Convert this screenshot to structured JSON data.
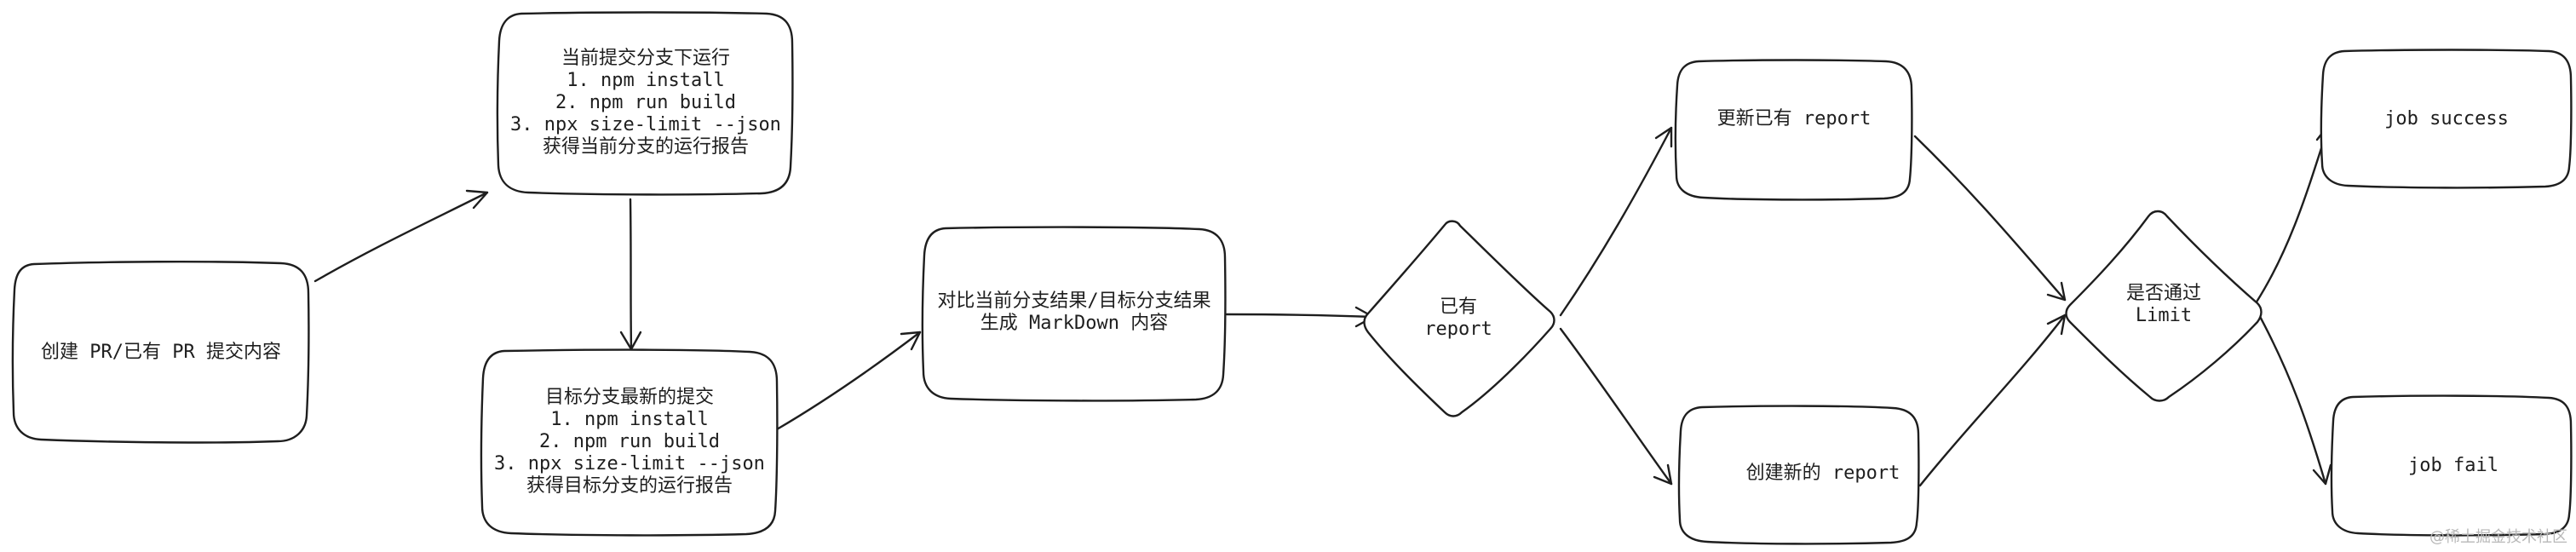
{
  "nodes": {
    "start": {
      "lines": [
        "创建 PR/已有 PR 提交内容"
      ]
    },
    "current_branch": {
      "lines": [
        "当前提交分支下运行",
        "1. npm install",
        "2. npm run build",
        "3. npx size-limit --json",
        "获得当前分支的运行报告"
      ]
    },
    "target_branch": {
      "lines": [
        "目标分支最新的提交",
        "1. npm install",
        "2. npm run build",
        "3. npx size-limit --json",
        "获得目标分支的运行报告"
      ]
    },
    "compare": {
      "lines": [
        "对比当前分支结果/目标分支结果",
        "生成 MarkDown 内容"
      ]
    },
    "has_report": {
      "lines": [
        "已有",
        "report"
      ]
    },
    "update_report": {
      "lines": [
        "更新已有 report"
      ]
    },
    "create_report": {
      "lines": [
        "创建新的 report"
      ]
    },
    "limit_check": {
      "lines": [
        "是否通过",
        "Limit"
      ]
    },
    "job_success": {
      "lines": [
        "job success"
      ]
    },
    "job_fail": {
      "lines": [
        "job fail"
      ]
    }
  },
  "watermark": "@稀土掘金技术社区",
  "colors": {
    "stroke": "#1e1e1e",
    "background": "#ffffff",
    "watermark": "#b8b8b8"
  }
}
